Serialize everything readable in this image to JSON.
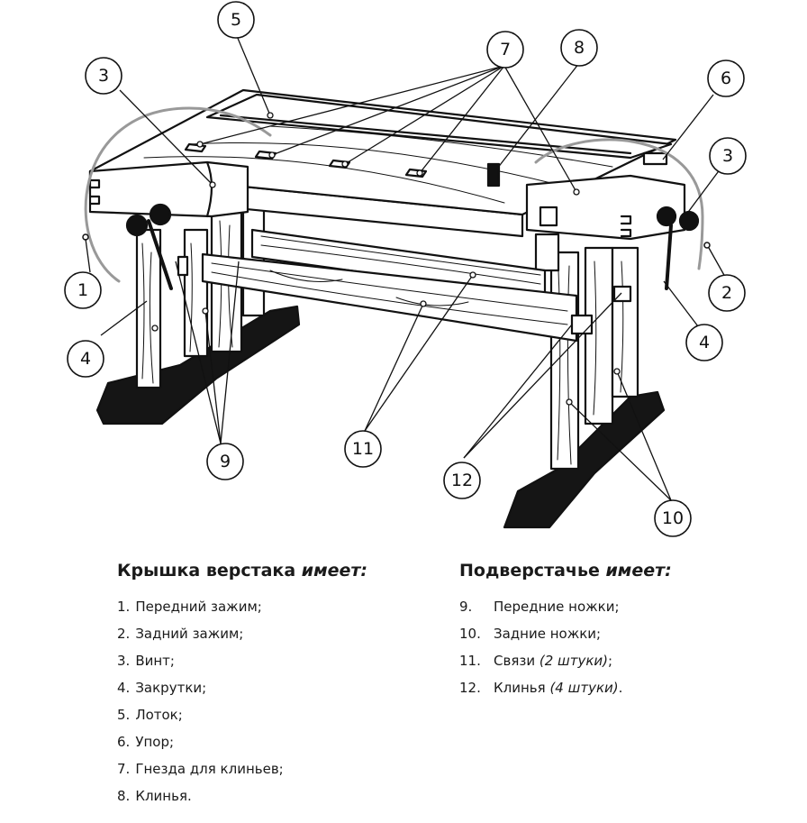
{
  "callouts": [
    "5",
    "7",
    "8",
    "3",
    "6",
    "3",
    "1",
    "2",
    "4",
    "4",
    "9",
    "11",
    "12",
    "10"
  ],
  "legend": {
    "left": {
      "title_main": "Крышка верстака",
      "title_em": "имеет:",
      "items": [
        {
          "num": "1.",
          "text": "Передний зажим;"
        },
        {
          "num": "2.",
          "text": "Задний зажим;"
        },
        {
          "num": "3.",
          "text": "Винт;"
        },
        {
          "num": "4.",
          "text": "Закрутки;"
        },
        {
          "num": "5.",
          "text": "Лоток;"
        },
        {
          "num": "6.",
          "text": "Упор;"
        },
        {
          "num": "7.",
          "text": "Гнезда для клиньев;"
        },
        {
          "num": "8.",
          "text": "Клинья."
        }
      ]
    },
    "right": {
      "title_main": "Подверстачье",
      "title_em": "имеет:",
      "items": [
        {
          "num": "9.",
          "text": "Передние ножки;",
          "em": "",
          "tail": ""
        },
        {
          "num": "10.",
          "text": "Задние ножки;",
          "em": "",
          "tail": ""
        },
        {
          "num": "11.",
          "text": "Связи",
          "em": "(2 штуки)",
          "tail": ";"
        },
        {
          "num": "12.",
          "text": "Клинья",
          "em": "(4 штуки)",
          "tail": "."
        }
      ]
    }
  }
}
